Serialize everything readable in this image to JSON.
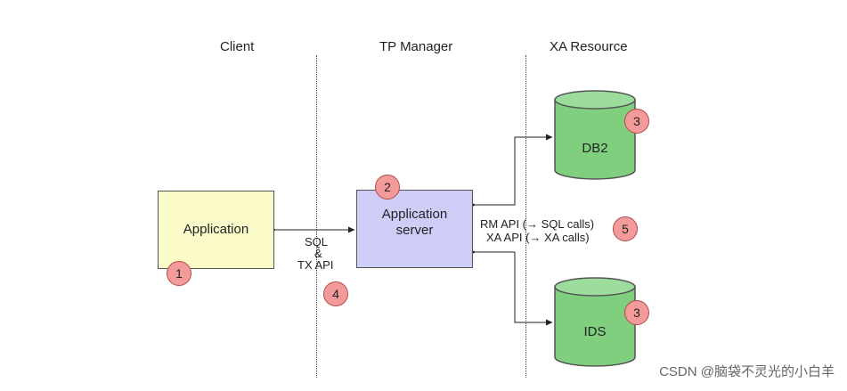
{
  "headers": {
    "client": "Client",
    "tp_manager": "TP Manager",
    "xa_resource": "XA Resource"
  },
  "nodes": {
    "application": "Application",
    "application_server": "Application\nserver",
    "db2": "DB2",
    "ids": "IDS"
  },
  "labels": {
    "sql": "SQL",
    "amp": "&",
    "tx_api": "TX API",
    "rm_api": "RM API (→ SQL calls)",
    "xa_api": "XA API (→ XA calls)"
  },
  "badges": {
    "b1": "1",
    "b2": "2",
    "b3a": "3",
    "b3b": "3",
    "b4": "4",
    "b5": "5"
  },
  "colors": {
    "application_fill": "#fbfbc9",
    "server_fill": "#cdcdf7",
    "cylinder_fill": "#7fcf7f",
    "badge_fill": "#f39a9a"
  },
  "watermark": "CSDN @脑袋不灵光的小白羊"
}
